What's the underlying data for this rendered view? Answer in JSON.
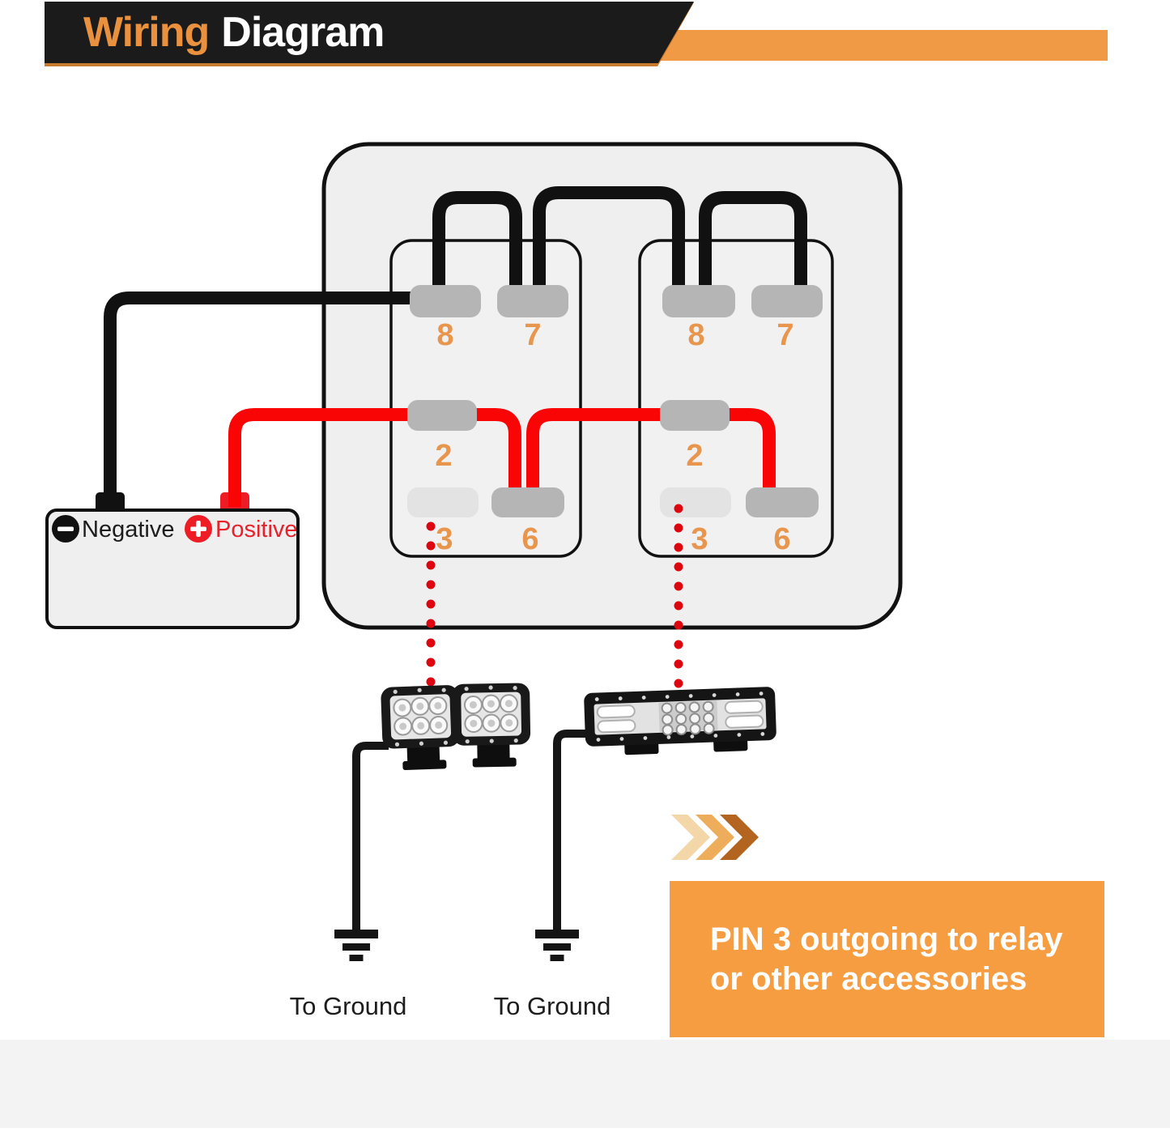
{
  "header": {
    "title_primary": "Wiring",
    "title_secondary": "Diagram"
  },
  "switch_panel": {
    "left_switch": {
      "pin_8": "8",
      "pin_7": "7",
      "pin_2": "2",
      "pin_3": "3",
      "pin_6": "6"
    },
    "right_switch": {
      "pin_8": "8",
      "pin_7": "7",
      "pin_2": "2",
      "pin_3": "3",
      "pin_6": "6"
    }
  },
  "battery": {
    "negative_label": "Negative",
    "positive_label": "Positive"
  },
  "grounds": {
    "left_label": "To Ground",
    "right_label": "To Ground"
  },
  "note": {
    "line1": "PIN 3 outgoing to relay",
    "line2": "or other accessories"
  },
  "colors": {
    "accent_orange": "#F09A45",
    "note_orange": "#F59D40",
    "header_title_orange": "#E9913E",
    "pin_label_orange": "#E8954E",
    "wire_red": "#FA0505",
    "dot_red": "#DD0510",
    "wire_black": "#111111",
    "pin_gray": "#B5B5B5",
    "pin_light_gray": "#E3E3E3",
    "panel_gray": "#EFEFEF",
    "positive_red": "#E8212B",
    "chevron_light": "#F3D7A8",
    "chevron_mid": "#EDAD5B",
    "chevron_dark": "#B3651F"
  }
}
